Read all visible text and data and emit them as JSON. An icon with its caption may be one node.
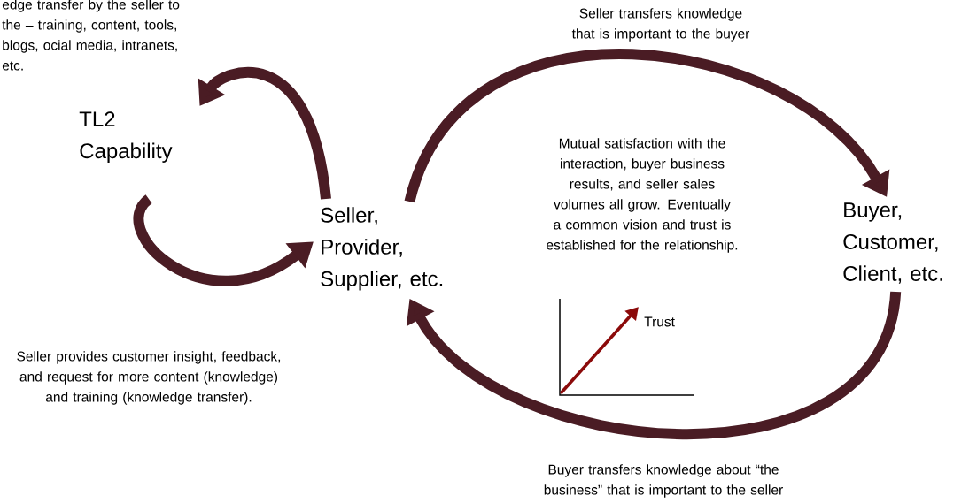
{
  "diagram": {
    "nodes": [
      {
        "text": [
          "TL2 Capability"
        ]
      },
      {
        "text": [
          "Seller, Provider, Supplier, etc."
        ]
      },
      {
        "text": [
          "Buyer, Customer, Client, etc."
        ]
      }
    ],
    "edges": [
      {
        "from": 1,
        "to": 0,
        "arrow": "to"
      },
      {
        "from": 0,
        "to": 1,
        "arrow": "to"
      },
      {
        "from": 1,
        "to": 2,
        "arrow": "to"
      },
      {
        "from": 2,
        "to": 1,
        "arrow": "to"
      }
    ],
    "labels": [
      "edge transfer by the seller to the – training, content, tools, blogs, ocial media, intranets, etc.",
      "Seller transfers knowledge that is important to the buyer",
      "Mutual satisfaction with the interaction, buyer business results, and seller sales volumes all grow.  Eventually a common vision and trust is established for the relationship.",
      "Trust",
      "Seller provides customer insight, feedback, and request for more content (knowledge) and training (knowledge transfer).",
      "Buyer transfers knowledge about “the business” that is important to the seller"
    ]
  }
}
